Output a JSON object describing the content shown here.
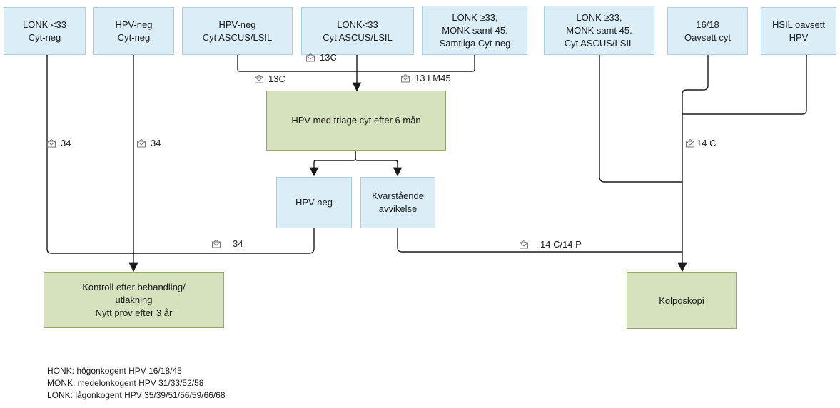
{
  "nodes": {
    "lonk_lt33_cytneg": [
      "LONK <33",
      "Cyt-neg"
    ],
    "hpvneg_cytneg": [
      "HPV-neg",
      "Cyt-neg"
    ],
    "hpvneg_cyt_ascus": [
      "HPV-neg",
      "Cyt ASCUS/LSIL"
    ],
    "lonk_lt33_cyt_ascus": [
      "LONK<33",
      "Cyt ASCUS/LSIL"
    ],
    "lonk_ge33_samtliga": [
      "LONK ≥33,",
      "MONK samt 45.",
      "Samtliga Cyt-neg"
    ],
    "lonk_ge33_ascus": [
      "LONK ≥33,",
      "MONK samt 45.",
      "Cyt ASCUS/LSIL"
    ],
    "hpv1618": [
      "16/18",
      "Oavsett cyt"
    ],
    "hsil": [
      "HSIL oavsett",
      "HPV"
    ],
    "triage": [
      "HPV med triage cyt efter 6 mån"
    ],
    "hpvneg_mid": [
      "HPV-neg"
    ],
    "kvarstaende": [
      "Kvarstående",
      "avvikelse"
    ],
    "kontroll": [
      "Kontroll efter behandling/",
      "utläkning",
      "Nytt prov efter 3 år"
    ],
    "kolposkopi": [
      "Kolposkopi"
    ]
  },
  "edge_labels": {
    "e13c_top": "13C",
    "e13c_left": "13C",
    "e13lm45": "13 LM45",
    "e34_a": "34",
    "e34_b": "34",
    "e34_c": "34",
    "e14c": "14 C",
    "e14c14p": "14 C/14 P"
  },
  "legend": [
    "HONK: högonkogent HPV 16/18/45",
    "MONK: medelonkogent HPV 31/33/52/58",
    "LONK: lågonkogent HPV 35/39/51/56/59/66/68"
  ]
}
